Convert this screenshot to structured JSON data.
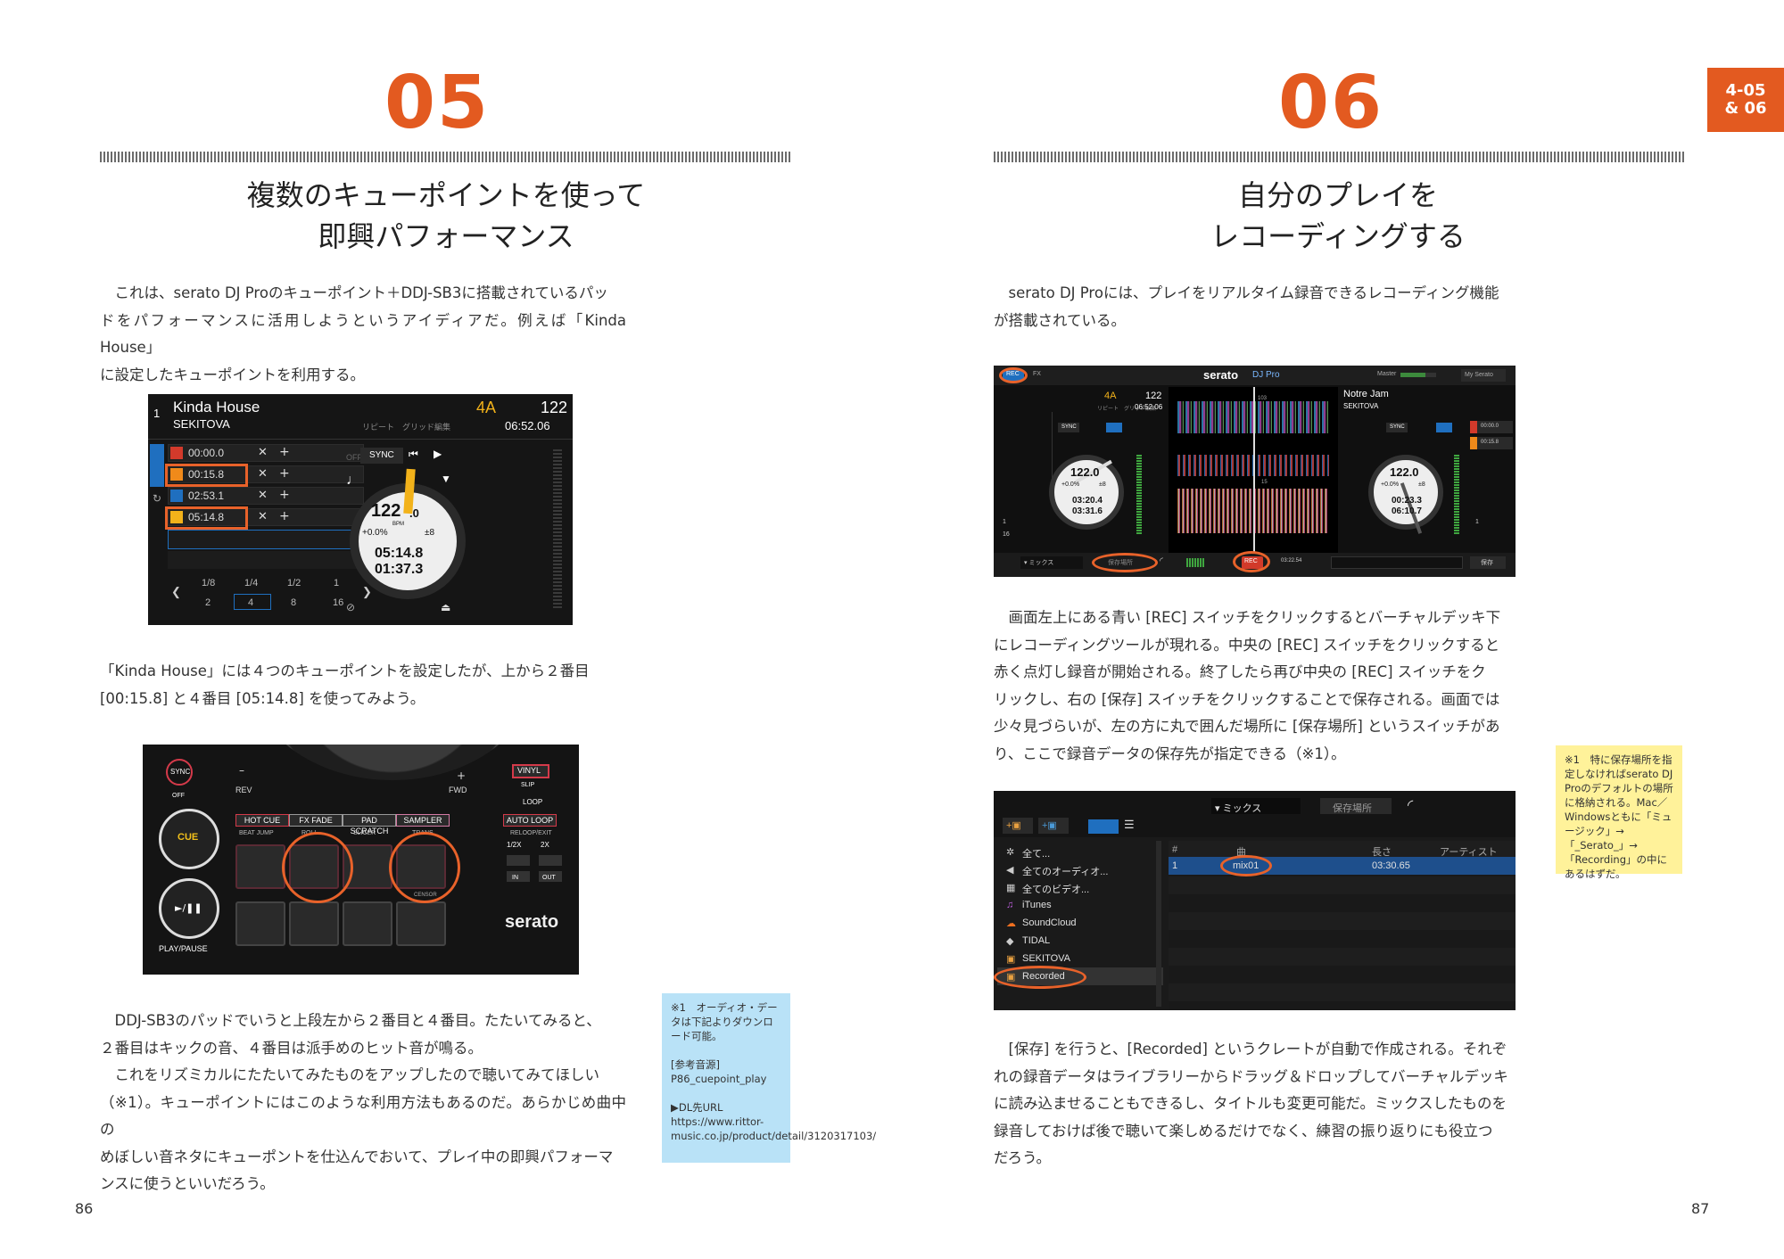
{
  "left": {
    "number": "05",
    "heading": "複数のキューポイントを使って\n即興パフォーマンス",
    "intro": "　これは、serato DJ Proのキューポイント＋DDJ-SB3に搭載されているパッ\nドをパフォーマンスに活用しようというアイディアだ。例えば「Kinda House」\nに設定したキューポイントを利用する。",
    "middle": "「Kinda House」には４つのキューポイントを設定したが、上から２番目\n[00:15.8] と４番目 [05:14.8] を使ってみよう。",
    "bottom": "　DDJ-SB3のパッドでいうと上段左から２番目と４番目。たたいてみると、\n２番目はキックの音、４番目は派手めのヒット音が鳴る。\n　これをリズミカルにたたいてみたものをアップしたので聴いてみてほしい\n（※1）。キューポイントにはこのような利用方法もあるのだ。あらかじめ曲中の\nめぼしい音ネタにキューポントを仕込んでおいて、プレイ中の即興パフォーマ\nンスに使うといいだろう。",
    "note": "※1　オーディオ・データは下記よりダウンロード可能。\n\n[参考音源]\nP86_cuepoint_play\n\n▶DL先URL\nhttps://www.rittor-music.co.jp/product/detail/3120317103/",
    "page": "86"
  },
  "right": {
    "number": "06",
    "heading": "自分のプレイを\nレコーディングする",
    "intro": "　serato DJ Proには、プレイをリアルタイム録音できるレコーディング機能\nが搭載されている。",
    "middle": "　画面左上にある青い [REC] スイッチをクリックするとバーチャルデッキ下\nにレコーディングツールが現れる。中央の [REC] スイッチをクリックすると\n赤く点灯し録音が開始される。終了したら再び中央の [REC] スイッチをク\nリックし、右の [保存] スイッチをクリックすることで保存される。画面では\n少々見づらいが、左の方に丸で囲んだ場所に [保存場所] というスイッチがあ\nり、ここで録音データの保存先が指定できる（※1）。",
    "bottom": "　[保存] を行うと、[Recorded] というクレートが自動で作成される。それぞ\nれの録音データはライブラリーからドラッグ＆ドロップしてバーチャルデッキ\nに読み込ませることもできるし、タイトルも変更可能だ。ミックスしたものを\n録音しておけば後で聴いて楽しめるだけでなく、練習の振り返りにも役立つ\nだろう。",
    "note": "※1　特に保存場所を指定しなければserato DJ Proのデフォルトの場所に格納される。Mac／Windowsともに「ミュージック」→「_Serato_」→「Recording」の中にあるはずだ。",
    "page": "87",
    "tab": "4-05\n& 06"
  },
  "deck1": {
    "deck_no": "1",
    "title": "Kinda House",
    "artist": "SEKITOVA",
    "key": "4A",
    "bpm_top": "122",
    "time_total": "06:52.06",
    "sub_labels": "リピート　グリッド編集",
    "cues": [
      {
        "time": "00:00.0",
        "color": "#d33a2b"
      },
      {
        "time": "00:15.8",
        "color": "#f08a1a"
      },
      {
        "time": "02:53.1",
        "color": "#1f6fbf"
      },
      {
        "time": "05:14.8",
        "color": "#f2b21a"
      }
    ],
    "off": "OFF",
    "sync": "SYNC",
    "platter_bpm": "122",
    "platter_bpm_dec": ".0",
    "bpm_unit": "BPM",
    "pitch": "+0.0%",
    "range": "±8",
    "elapsed": "05:14.8",
    "remain": "01:37.3",
    "beat_top": [
      "1/8",
      "1/4",
      "1/2",
      "1"
    ],
    "beat_bottom": [
      "2",
      "4",
      "8",
      "16"
    ]
  },
  "controller": {
    "sync": "SYNC",
    "off": "OFF",
    "rev": "REV",
    "fwd": "FWD",
    "minus": "–",
    "plus": "+",
    "cue": "CUE",
    "play_pause": "►/❚❚",
    "play_pause_label": "PLAY/PAUSE",
    "modes": [
      "HOT CUE",
      "FX FADE",
      "PAD SCRATCH",
      "SAMPLER",
      "AUTO LOOP"
    ],
    "submodes": [
      "BEAT JUMP",
      "ROLL",
      "SLICER",
      "TRANS",
      "RELOOP/EXIT"
    ],
    "vinyl": "VINYL",
    "slip": "SLIP",
    "loop": "LOOP",
    "half": "1/2X",
    "double": "2X",
    "in": "IN",
    "out": "OUT",
    "censor": "CENSOR",
    "brand": "serato"
  },
  "serato": {
    "rec": "REC",
    "fx": "FX",
    "logo": "serato",
    "logo_sub": "DJ Pro",
    "master": "Master",
    "my_serato": "My Serato",
    "left_key": "4A",
    "left_bpm": "122",
    "left_time": "06:52.06",
    "left_sub": "リピート　グリッド編集",
    "right_title": "Notre Jam",
    "right_artist": "SEKITOVA",
    "sync": "SYNC",
    "left_platter_bpm": "122.0",
    "left_pitch": "+0.0%",
    "left_range": "±8",
    "left_elapsed": "03:20.4",
    "left_remain": "03:31.6",
    "right_platter_bpm": "122.0",
    "right_pitch": "+0.0%",
    "right_range": "±8",
    "right_elapsed": "00:23.3",
    "right_remain": "06:10.7",
    "cue_times": [
      "00:00.0",
      "00:15.8"
    ],
    "mix_label": "▾ ミックス",
    "save_location": "保存場所",
    "rec_center": "REC",
    "rec_time": "03:22.54",
    "save": "保存",
    "beat_1": "1",
    "beat_16": "16",
    "bar_103": "103",
    "bar_15": "15"
  },
  "library": {
    "mix_label": "▾ ミックス",
    "save_location": "保存場所",
    "crates": [
      "全て...",
      "全てのオーディオ...",
      "全てのビデオ...",
      "iTunes",
      "SoundCloud",
      "TIDAL",
      "SEKITOVA",
      "Recorded"
    ],
    "columns": [
      "#",
      "曲",
      "長さ",
      "アーティスト"
    ],
    "row_no": "1",
    "row_song": "mix01",
    "row_length": "03:30.65"
  }
}
